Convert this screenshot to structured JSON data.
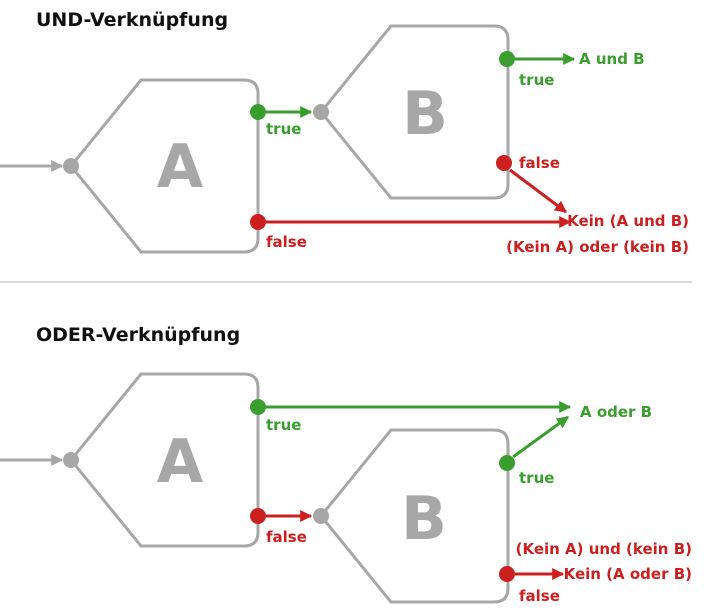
{
  "colors": {
    "gray": "#a7a7a7",
    "green": "#3a9e2f",
    "red": "#cc1f1f",
    "divider": "#cfcfcf",
    "text": "#111111"
  },
  "und": {
    "title": "UND-Verknüpfung",
    "node_a": "A",
    "node_b": "B",
    "a_true": "true",
    "a_false": "false",
    "b_true": "true",
    "b_false": "false",
    "result_true": "A und B",
    "result_false_1": "Kein (A und B)",
    "result_false_2": "(Kein A) oder (kein B)"
  },
  "oder": {
    "title": "ODER-Verknüpfung",
    "node_a": "A",
    "node_b": "B",
    "a_true": "true",
    "a_false": "false",
    "b_true": "true",
    "b_false": "false",
    "result_true": "A oder B",
    "result_false_1": "(Kein A) und (kein B)",
    "result_false_2": "Kein (A oder B)"
  }
}
